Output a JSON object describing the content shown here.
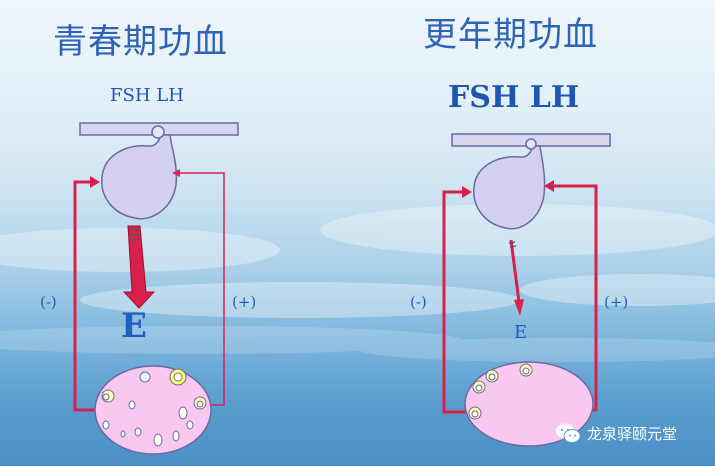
{
  "left_panel": {
    "title": "青春期功血",
    "hormones": "FSH LH",
    "feedback_negative": "(-)",
    "feedback_positive": "(+)",
    "estrogen_label": "E"
  },
  "right_panel": {
    "title": "更年期功血",
    "hormones": "FSH LH",
    "feedback_negative": "(-)",
    "feedback_positive": "(+)",
    "estrogen_label": "E"
  },
  "watermark": "龙泉驿颐元堂",
  "colors": {
    "title": "#2f63b5",
    "pituitary_fill": "#d4d0f0",
    "ovary_fill": "#f8c8f0",
    "feedback_line": "#d8204a",
    "estrogen_arrow": "#d8204a"
  }
}
